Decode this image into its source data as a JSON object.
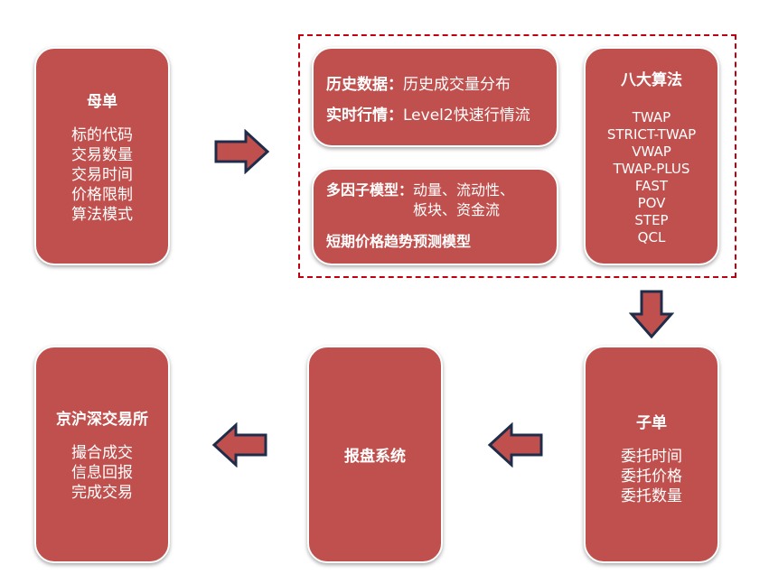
{
  "parent_order": {
    "title": "母单",
    "items": [
      "标的代码",
      "交易数量",
      "交易时间",
      "价格限制",
      "算法模式"
    ]
  },
  "data_box": {
    "history_label": "历史数据：",
    "history_value": "历史成交量分布",
    "realtime_label": "实时行情：",
    "realtime_value": "Level2快速行情流"
  },
  "model_box": {
    "factor_label": "多因子模型：",
    "factor_line1": "动量、流动性、",
    "factor_line2": "板块、资金流",
    "short_term": "短期价格趋势预测模型"
  },
  "algorithms": {
    "title": "八大算法",
    "items": [
      "TWAP",
      "STRICT-TWAP",
      "VWAP",
      "TWAP-PLUS",
      "FAST",
      "POV",
      "STEP",
      "QCL"
    ]
  },
  "child_order": {
    "title": "子单",
    "items": [
      "委托时间",
      "委托价格",
      "委托数量"
    ]
  },
  "order_system": {
    "title": "报盘系统"
  },
  "exchange": {
    "title": "京沪深交易所",
    "items": [
      "撮合成交",
      "信息回报",
      "完成交易"
    ]
  },
  "colors": {
    "box": "#c0504d",
    "arrow_fill": "#c0504d",
    "arrow_stroke": "#1f2d4a",
    "dashed_border": "#c0000c"
  }
}
